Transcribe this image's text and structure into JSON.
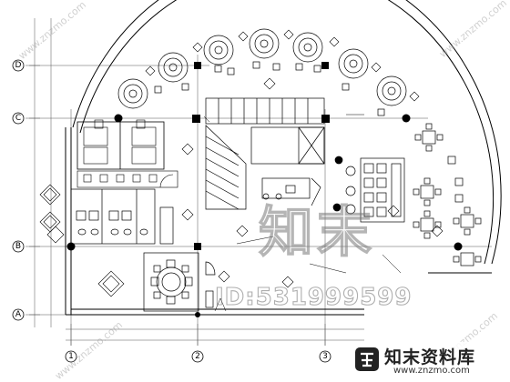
{
  "grid": {
    "rows": [
      "D",
      "C",
      "B",
      "A"
    ],
    "columns": [
      "1",
      "2",
      "3"
    ]
  },
  "watermark": {
    "big": "知末",
    "id": "ID:531999599",
    "diagonal": "www.znzmo.com"
  },
  "brand": {
    "name": "知末资料库",
    "url": "www.znzmo.com"
  }
}
